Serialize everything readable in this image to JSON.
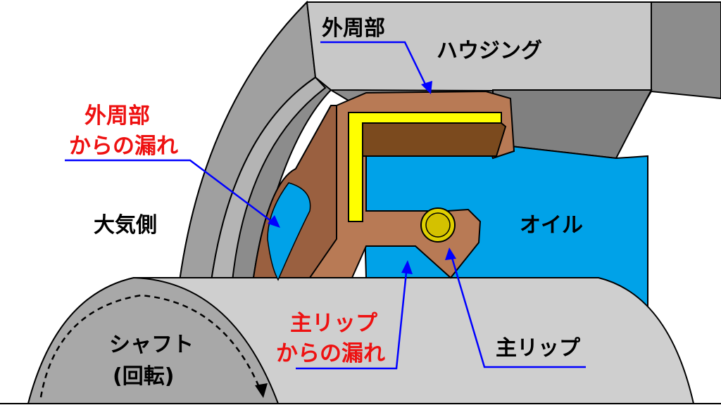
{
  "labels": {
    "outer_part": "外周部",
    "housing": "ハウジング",
    "outer_leak_line1": "外周部",
    "outer_leak_line2": "からの漏れ",
    "atmosphere_side": "大気側",
    "oil": "オイル",
    "shaft_line1": "シャフト",
    "shaft_line2": "(回転)",
    "main_lip_leak_line1": "主リップ",
    "main_lip_leak_line2": "からの漏れ",
    "main_lip": "主リップ"
  },
  "colors": {
    "housing": "#c8c8c8",
    "housing_dark": "#7f7f7f",
    "seal_body": "#b87a55",
    "seal_dark": "#8b5430",
    "metal_ring": "#ffff00",
    "metal_ring_dark": "#7b4a1e",
    "spring": "#dfd000",
    "oil": "#00a2e8",
    "shaft": "#cfcfcf",
    "leader": "#0000ff",
    "leak_text": "#ee1111"
  }
}
